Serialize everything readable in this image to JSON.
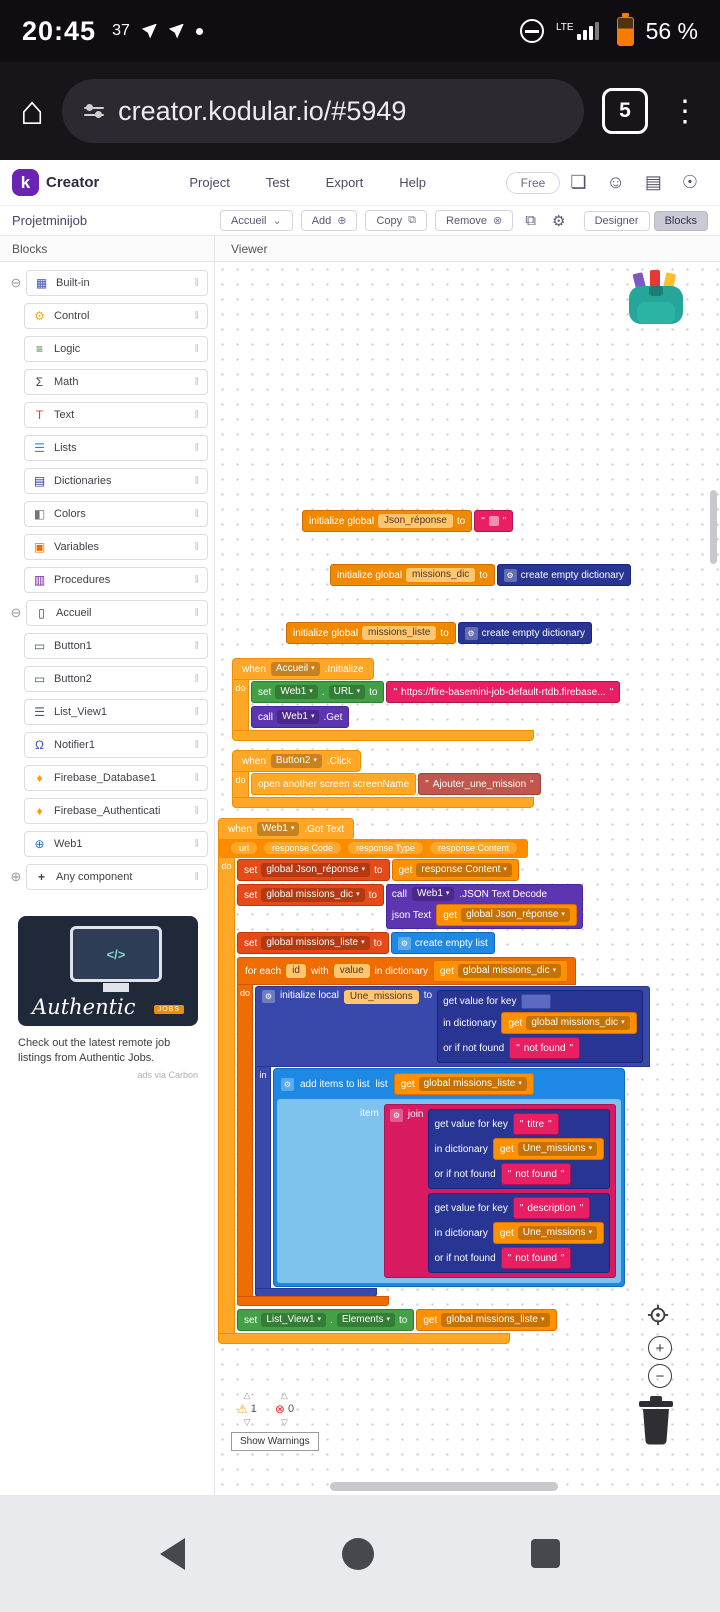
{
  "icons": {
    "home": "⌂",
    "kebab": "⋮",
    "caret": "▾",
    "circle_caret": "⌄",
    "plus_circle": "⊕",
    "copy": "⧉",
    "remove": "⊗",
    "layers": "⧉",
    "gear": "⚙",
    "folder": "❏",
    "smiley": "☺",
    "news": "▤",
    "account": "☉",
    "expand_open": "⊖",
    "expand_closed": "⊕",
    "drag": "‖",
    "builtin": "▦",
    "control": "⚙",
    "logic": "≡",
    "math": "Σ",
    "text": "T",
    "lists": "☰",
    "dictionaries": "▤",
    "colors": "◧",
    "variables": "▣",
    "procedures": "▥",
    "screen": "▯",
    "button": "▭",
    "list_view": "☰",
    "notifier": "Ω",
    "firebase": "♦",
    "web": "⊕",
    "any_component": "+",
    "mutator": "⚙",
    "warning": "⚠",
    "error": "⊗",
    "tri_up": "△",
    "tri_down": "▽",
    "zoom_in": "+",
    "zoom_out": "−"
  },
  "status_bar": {
    "time": "20:45",
    "notif_count": "37",
    "network": "LTE",
    "battery": "56 %"
  },
  "browser": {
    "url": "creator.kodular.io/#5949",
    "tab_count": "5"
  },
  "app_header": {
    "logo": "k",
    "brand": "Creator",
    "nav": [
      {
        "label": "Project"
      },
      {
        "label": "Test"
      },
      {
        "label": "Export"
      },
      {
        "label": "Help"
      }
    ],
    "plan": "Free"
  },
  "toolbar": {
    "project": "Projetminijob",
    "screen": "Accueil",
    "add": "Add",
    "copy": "Copy",
    "remove": "Remove",
    "designer": "Designer",
    "blocks": "Blocks"
  },
  "panels": {
    "left": "Blocks",
    "right": "Viewer"
  },
  "sidebar": {
    "builtin": {
      "label": "Built-in"
    },
    "builtin_items": [
      {
        "label": "Control"
      },
      {
        "label": "Logic"
      },
      {
        "label": "Math"
      },
      {
        "label": "Text"
      },
      {
        "label": "Lists"
      },
      {
        "label": "Dictionaries"
      },
      {
        "label": "Colors"
      },
      {
        "label": "Variables"
      },
      {
        "label": "Procedures"
      }
    ],
    "screen": {
      "label": "Accueil"
    },
    "screen_items": [
      {
        "label": "Button1"
      },
      {
        "label": "Button2"
      },
      {
        "label": "List_View1"
      },
      {
        "label": "Notifier1"
      },
      {
        "label": "Firebase_Database1"
      },
      {
        "label": "Firebase_Authenticati"
      },
      {
        "label": "Web1"
      }
    ],
    "any_component": {
      "label": "Any component"
    }
  },
  "ad": {
    "brand": "Authentic",
    "badge": "JOBS",
    "code": "</>",
    "text": "Check out the latest remote job listings from Authentic Jobs.",
    "attribution": "ads via Carbon"
  },
  "ws": {
    "q": "\"",
    "create_empty_dictionary": "create empty dictionary",
    "create_empty_list": "create empty list",
    "a": {
      "kw": "initialize global",
      "name": "Json_réponse",
      "to": "to"
    },
    "b": {
      "kw": "initialize global",
      "name": "missions_dic",
      "to": "to"
    },
    "c": {
      "kw": "initialize global",
      "name": "missions_liste",
      "to": "to"
    },
    "d": {
      "when": "when",
      "comp": "Accueil",
      "event": ".Initialize",
      "do": "do",
      "set": "set",
      "target": "Web1",
      "dot": ".",
      "prop": "URL",
      "to": "to",
      "url": "https://fire-basemini-job-default-rtdb.firebase...",
      "call": "call",
      "call_comp": "Web1",
      "method": ".Get"
    },
    "e": {
      "when": "when",
      "comp": "Button2",
      "event": ".Click",
      "do": "do",
      "open": "open another screen screenName",
      "screen_name": "Ajouter_une_mission"
    },
    "f": {
      "when": "when",
      "comp": "Web1",
      "event": ".Got Text",
      "params": [
        {
          "label": "url"
        },
        {
          "label": "response Code"
        },
        {
          "label": "response Type"
        },
        {
          "label": "response Content"
        }
      ],
      "do": "do",
      "s1": {
        "set": "set",
        "var": "global Json_réponse",
        "to": "to",
        "get": "get",
        "val": "response Content"
      },
      "s2": {
        "set": "set",
        "var": "global missions_dic",
        "to": "to",
        "call": "call",
        "comp": "Web1",
        "method": ".JSON Text Decode",
        "arg": "json Text",
        "get": "get",
        "val": "global Json_réponse"
      },
      "s3": {
        "set": "set",
        "var": "global missions_liste",
        "to": "to"
      },
      "fe": {
        "kw": "for each",
        "id": "id",
        "with": "with",
        "value": "value",
        "in_dict": "in dictionary",
        "get": "get",
        "dict": "global missions_dic",
        "do": "do"
      },
      "il": {
        "kw": "initialize local",
        "name": "Une_missions",
        "to": "to",
        "in": "in"
      },
      "gv1": {
        "l1": "get value for key",
        "l2": "in dictionary",
        "l3": "or if not found",
        "get": "get",
        "dict": "global missions_dic",
        "nf": "not found"
      },
      "ai": {
        "kw": "add items to list",
        "list": "list",
        "get": "get",
        "listvar": "global missions_liste",
        "item": "item"
      },
      "join": "join",
      "gv2": {
        "l1": "get value for key",
        "key": "titre",
        "l2": "in dictionary",
        "get": "get",
        "var": "Une_missions",
        "l3": "or if not found",
        "nf": "not found"
      },
      "gv3": {
        "l1": "get value for key",
        "key": "description",
        "l2": "in dictionary",
        "get": "get",
        "var": "Une_missions",
        "l3": "or if not found",
        "nf": "not found"
      },
      "s5": {
        "set": "set",
        "comp": "List_View1",
        "dot": ".",
        "prop": "Elements",
        "to": "to",
        "get": "get",
        "val": "global missions_liste"
      }
    }
  },
  "warnings": {
    "warn": "1",
    "err": "0",
    "show": "Show Warnings"
  }
}
